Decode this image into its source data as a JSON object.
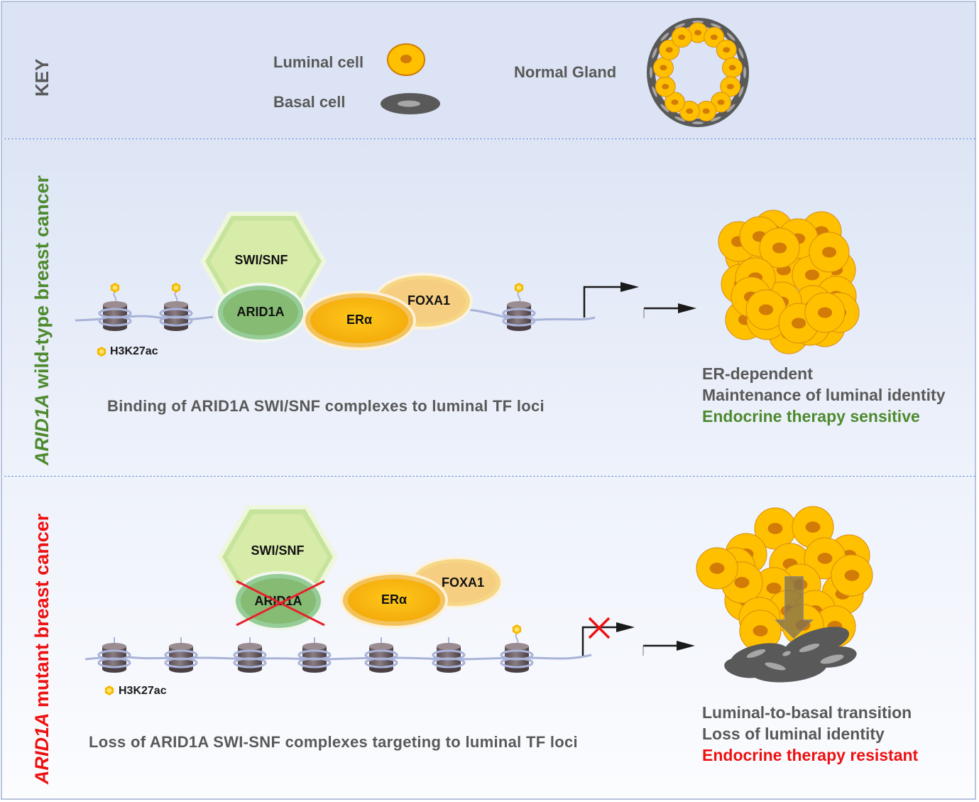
{
  "key": {
    "title": "KEY",
    "luminal_cell_label": "Luminal cell",
    "basal_cell_label": "Basal cell",
    "normal_gland_label": "Normal Gland"
  },
  "colors": {
    "wildtype_accent": "#4e8a2e",
    "mutant_accent": "#ee1111",
    "text_gray": "#595959",
    "luminal_fill": "#ffc000",
    "luminal_nucleus": "#d27b06",
    "basal_fill": "#595959",
    "basal_nucleus": "#a6a6a6"
  },
  "wildtype": {
    "side_label_italic": "ARID1A",
    "side_label_rest": " wild-type breast cancer",
    "complex_label": "SWI/SNF",
    "arid1a_label": "ARID1A",
    "er_label": "ERα",
    "foxa1_label": "FOXA1",
    "legend_label": "H3K27ac",
    "caption": "Binding of ARID1A SWI/SNF complexes to luminal TF loci",
    "outcomes": [
      "ER-dependent",
      "Maintenance of luminal identity",
      "Endocrine therapy sensitive"
    ]
  },
  "mutant": {
    "side_label_italic": "ARID1A",
    "side_label_rest": " mutant breast cancer",
    "complex_label": "SWI/SNF",
    "arid1a_label": "ARID1A",
    "er_label": "ERα",
    "foxa1_label": "FOXA1",
    "legend_label": "H3K27ac",
    "caption": "Loss of ARID1A SWI-SNF complexes targeting to luminal TF loci",
    "outcomes": [
      "Luminal-to-basal transition",
      "Loss of luminal identity",
      "Endocrine therapy resistant"
    ]
  }
}
